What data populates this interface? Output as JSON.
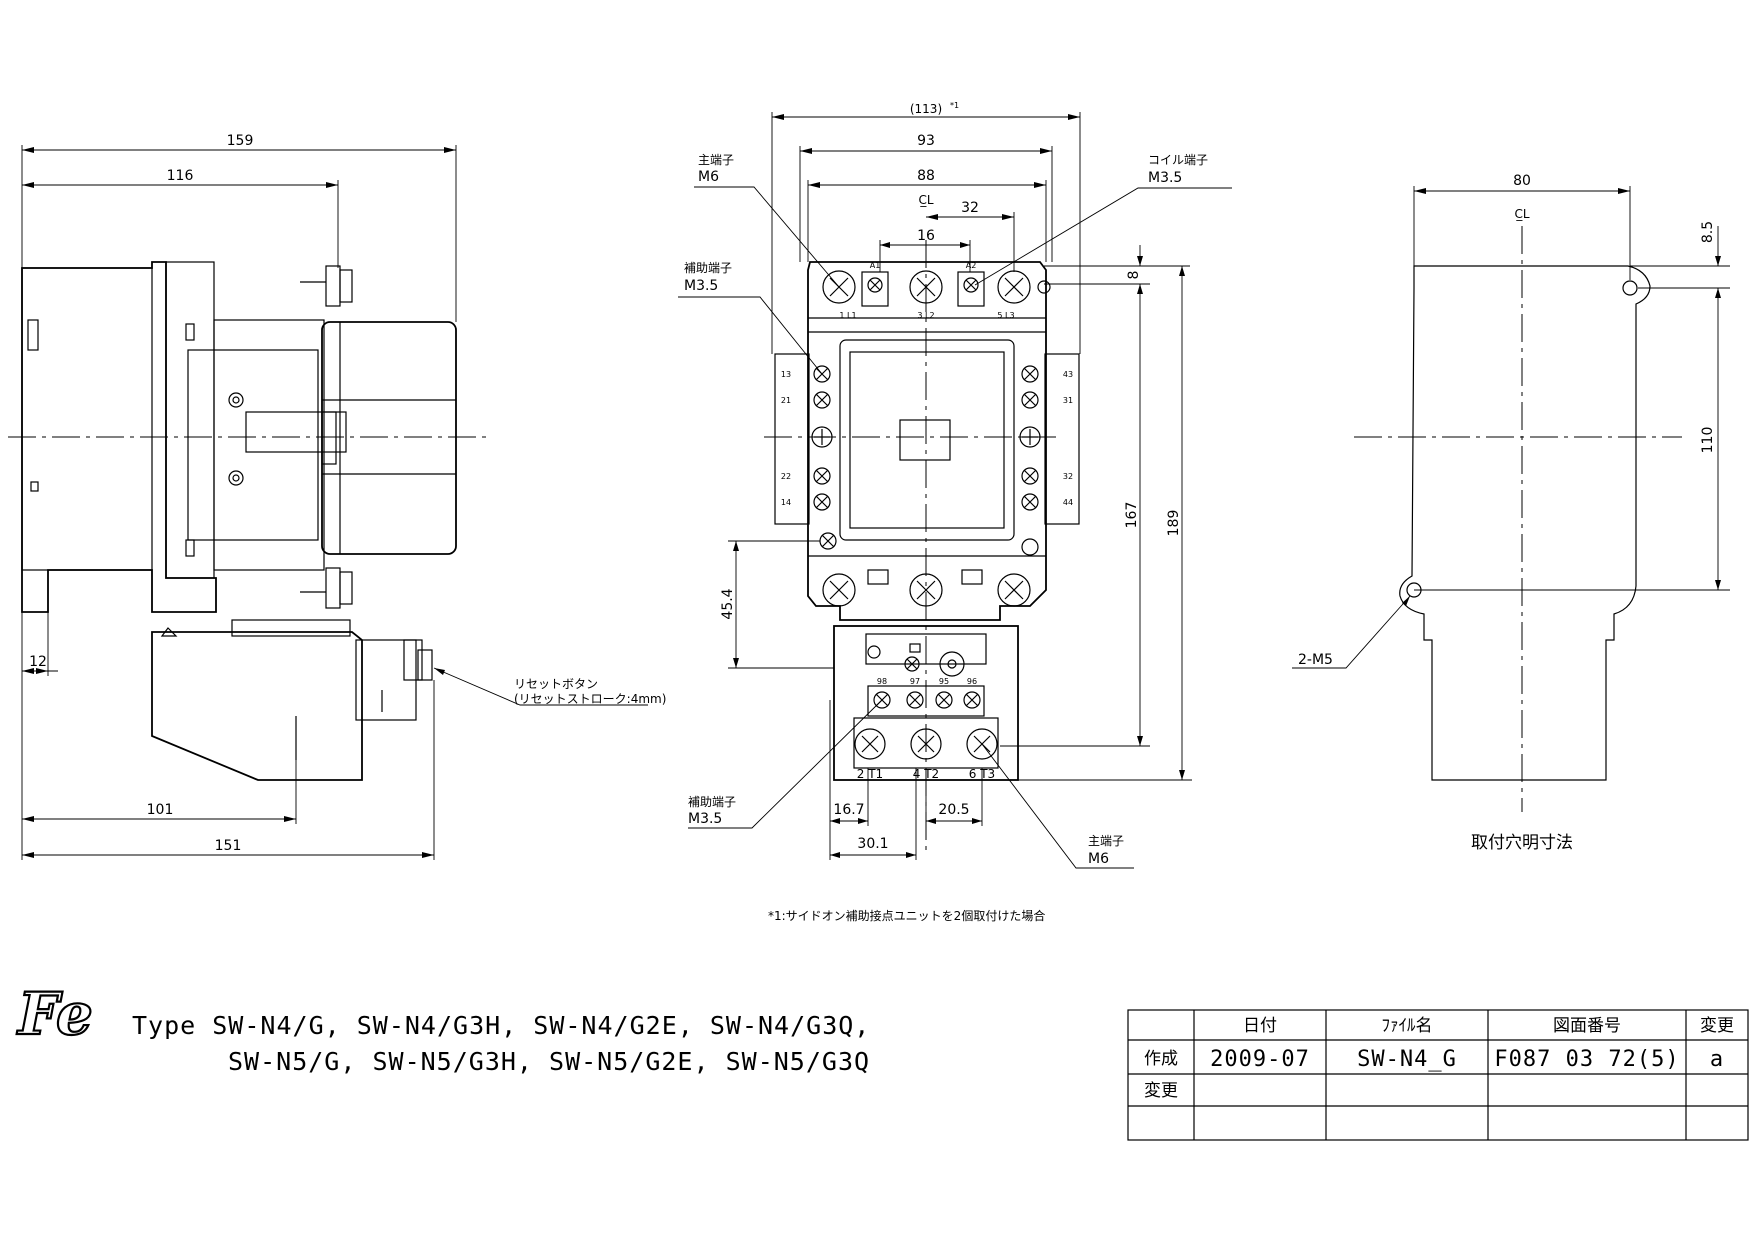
{
  "side_view": {
    "dims": {
      "overall": "159",
      "body": "116",
      "mount_offset": "12",
      "reset_pos": "101",
      "base": "151"
    },
    "reset_label_1": "リセットボタン",
    "reset_label_2": "(リセットストローク:4mm)"
  },
  "front_view": {
    "dims": {
      "with_units": "(113)",
      "with_units_note": "*1",
      "width_93": "93",
      "width_88": "88",
      "coil_32": "32",
      "main_16": "16",
      "top_8": "8",
      "h_167": "167",
      "h_189": "189",
      "h_454": "45.4",
      "w_167": "16.7",
      "w_205": "20.5",
      "w_301": "30.1"
    },
    "callouts": {
      "main_term_top": "主端子",
      "main_term_top_size": "M6",
      "coil_term": "コイル端子",
      "coil_term_size": "M3.5",
      "aux_term_top": "補助端子",
      "aux_term_top_size": "M3.5",
      "aux_term_bottom": "補助端子",
      "aux_term_bottom_size": "M3.5",
      "main_term_bottom": "主端子",
      "main_term_bottom_size": "M6"
    },
    "terminal_marks": {
      "a1": "A1",
      "a2": "A2",
      "l1": "1 L1",
      "l2": "3 L2",
      "l3": "5 L3",
      "aux_left": [
        "13",
        "21",
        "22",
        "14"
      ],
      "aux_right": [
        "43",
        "31",
        "32",
        "44"
      ],
      "ol_aux": [
        "98",
        "97",
        "95",
        "96"
      ],
      "t1": "2 T1",
      "t2": "4 T2",
      "t3": "6 T3"
    }
  },
  "mounting_view": {
    "dims": {
      "w_80": "80",
      "h_85": "8.5",
      "h_110": "110"
    },
    "holes": "2-M5",
    "caption": "取付穴明寸法"
  },
  "cl_mark": "C̲L",
  "footnote": "*1:サイドオン補助接点ユニットを2個取付けた場合",
  "logo_text": "Fe",
  "type_line_1": "Type SW-N4/G, SW-N4/G3H, SW-N4/G2E, SW-N4/G3Q,",
  "type_line_2": "SW-N5/G, SW-N5/G3H, SW-N5/G2E, SW-N5/G3Q",
  "title_block": {
    "headers": [
      "日付",
      "ﾌｧｲﾙ名",
      "図面番号",
      "変更"
    ],
    "rows": [
      {
        "label": "作成",
        "date": "2009-07",
        "file": "SW-N4_G",
        "number": "F087 03 72(5)",
        "change": "a"
      },
      {
        "label": "変更",
        "date": "",
        "file": "",
        "number": "",
        "change": ""
      },
      {
        "label": "",
        "date": "",
        "file": "",
        "number": "",
        "change": ""
      }
    ]
  }
}
